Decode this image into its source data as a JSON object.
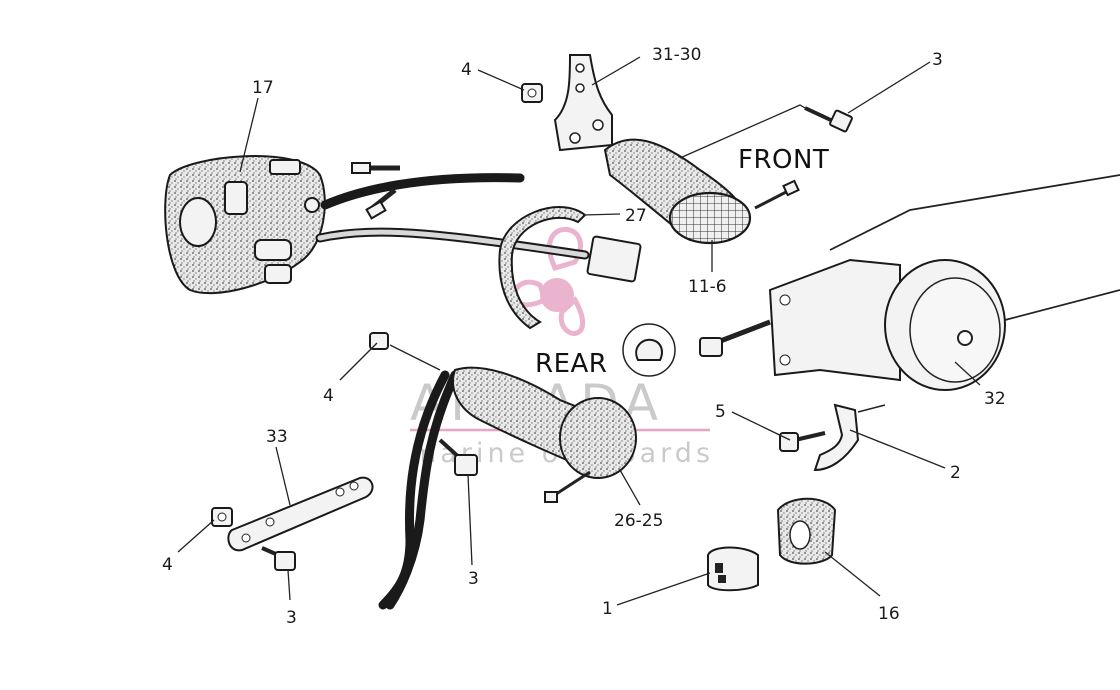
{
  "labels": {
    "front": "FRONT",
    "rear": "REAR"
  },
  "callouts": [
    {
      "id": "c17",
      "text": "17"
    },
    {
      "id": "c4a",
      "text": "4"
    },
    {
      "id": "c3130",
      "text": "31-30"
    },
    {
      "id": "c3a",
      "text": "3"
    },
    {
      "id": "c27",
      "text": "27"
    },
    {
      "id": "c116",
      "text": "11-6"
    },
    {
      "id": "c32",
      "text": "32"
    },
    {
      "id": "c5",
      "text": "5"
    },
    {
      "id": "c2",
      "text": "2"
    },
    {
      "id": "c4b",
      "text": "4"
    },
    {
      "id": "c33",
      "text": "33"
    },
    {
      "id": "c4c",
      "text": "4"
    },
    {
      "id": "c3b",
      "text": "3"
    },
    {
      "id": "c3c",
      "text": "3"
    },
    {
      "id": "c2625",
      "text": "26-25"
    },
    {
      "id": "c1",
      "text": "1"
    },
    {
      "id": "c16",
      "text": "16"
    }
  ],
  "watermark": {
    "brand": "ARMADA",
    "tagline": "marine outboards",
    "accent_color": "#e7a6c6"
  }
}
